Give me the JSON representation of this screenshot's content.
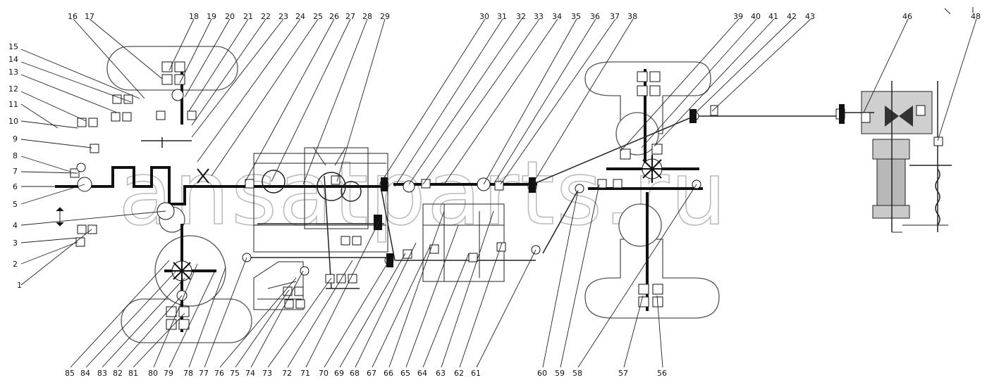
{
  "watermark": "ansatparts.ru",
  "labels_top": [
    "16",
    "17",
    "18",
    "19",
    "20",
    "21",
    "22",
    "23",
    "24",
    "25",
    "26",
    "27",
    "28",
    "29",
    "30",
    "31",
    "32",
    "33",
    "34",
    "35",
    "36",
    "37",
    "38",
    "39",
    "40",
    "41",
    "42",
    "43",
    "46",
    "48"
  ],
  "labels_left": [
    "15",
    "14",
    "13",
    "12",
    "11",
    "10",
    "9",
    "8",
    "7",
    "6",
    "5",
    "4",
    "3",
    "2",
    "1"
  ],
  "labels_bottom": [
    "85",
    "84",
    "83",
    "82",
    "81",
    "80",
    "79",
    "78",
    "77",
    "76",
    "75",
    "74",
    "73",
    "72",
    "71",
    "70",
    "69",
    "68",
    "67",
    "66",
    "65",
    "64",
    "63",
    "62",
    "61",
    "60",
    "59",
    "58",
    "57",
    "56"
  ]
}
